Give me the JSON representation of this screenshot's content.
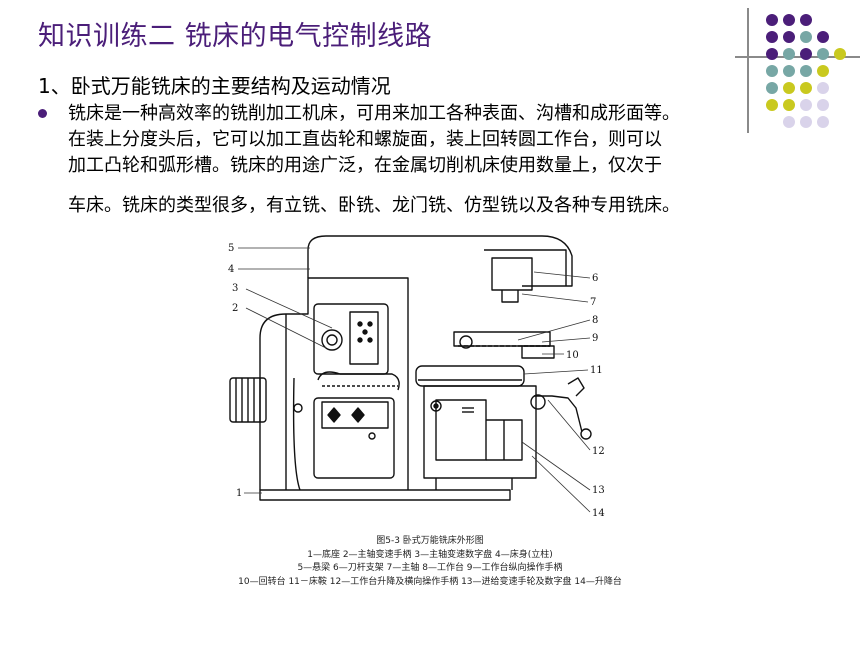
{
  "slide": {
    "title": "知识训练二 铣床的电气控制线路",
    "subtitle": "1、卧式万能铣床的主要结构及运动情况",
    "paragraph_lines": [
      "铣床是一种高效率的铣削加工机床，可用来加工各种表面、沟槽和成形面等。",
      "在装上分度头后，它可以加工直齿轮和螺旋面，装上回转圆工作台，则可以",
      "加工凸轮和弧形槽。铣床的用途广泛，在金属切削机床使用数量上，仅次于",
      "车床。铣床的类型很多，有立铣、卧铣、龙门铣、仿型铣以及各种专用铣床。"
    ]
  },
  "figure": {
    "callouts": [
      "1",
      "2",
      "3",
      "4",
      "5",
      "6",
      "7",
      "8",
      "9",
      "10",
      "11",
      "12",
      "13",
      "14"
    ],
    "caption_lines": [
      "图5-3 卧式万能铣床外形图",
      "1—底座    2—主轴变速手柄    3—主轴变速数字盘    4—床身(立柱)",
      "5—悬梁    6—刀杆支架    7—主轴    8—工作台    9—工作台纵向操作手柄",
      "10—回转台    11－床鞍    12—工作台升降及横向操作手柄    13—进给变速手轮及数字盘    14—升降台"
    ]
  },
  "colors": {
    "title": "#4b1e79",
    "dot_purple": "#4b1e79",
    "dot_teal": "#77a7a5",
    "dot_olive": "#c9c91f",
    "dot_lavender": "#d9d3ea",
    "divider": "#8a8a8a"
  }
}
